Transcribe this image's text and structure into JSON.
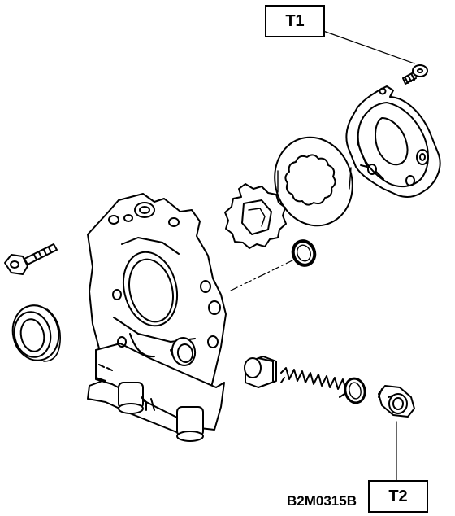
{
  "callouts": {
    "t1": "T1",
    "t2": "T2"
  },
  "figure_code": "B2M0315B",
  "colors": {
    "line": "#000000",
    "paper": "#ffffff"
  }
}
